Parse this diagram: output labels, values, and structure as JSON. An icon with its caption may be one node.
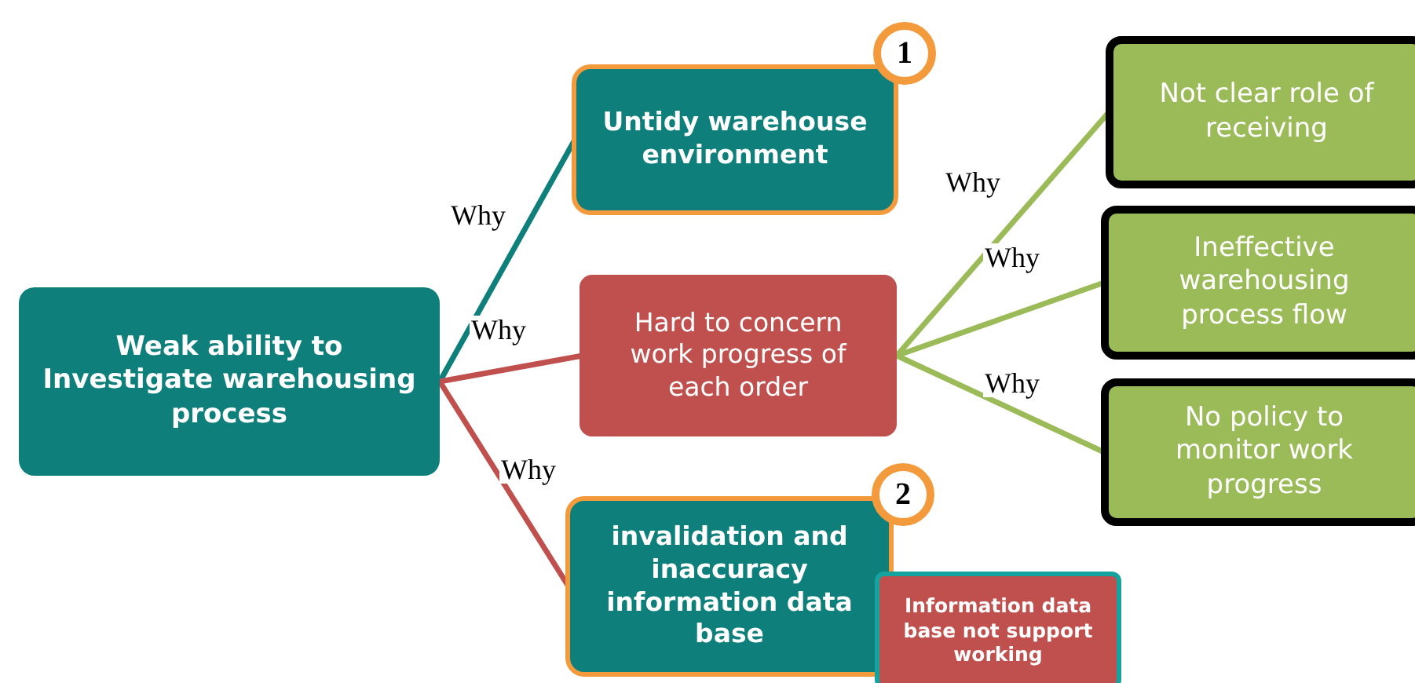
{
  "diagram": {
    "nodes": [
      {
        "text": [
          "Weak  ability to Investigate warehousing process"
        ]
      },
      {
        "text": [
          "Untidy warehouse environment"
        ]
      },
      {
        "text": [
          "1"
        ]
      },
      {
        "text": [
          "Hard to concern work progress of each order"
        ]
      },
      {
        "text": [
          "invalidation and inaccuracy information data base"
        ]
      },
      {
        "text": [
          "2"
        ]
      },
      {
        "text": [
          "Information data base not support working"
        ]
      },
      {
        "text": [
          "Not clear role of receiving"
        ]
      },
      {
        "text": [
          "Ineffective warehousing process flow"
        ]
      },
      {
        "text": [
          "No policy to monitor work progress"
        ]
      }
    ],
    "edges": [
      {
        "from": 0,
        "to": 1,
        "arrow": "none",
        "label": "Why",
        "color": "#0e7f7a"
      },
      {
        "from": 0,
        "to": 3,
        "arrow": "none",
        "label": "Why",
        "color": "#c0504d"
      },
      {
        "from": 0,
        "to": 4,
        "arrow": "none",
        "label": "Why",
        "color": "#c0504d"
      },
      {
        "from": 3,
        "to": 7,
        "arrow": "none",
        "label": "Why"
      },
      {
        "from": 3,
        "to": 8,
        "arrow": "none",
        "label": "Why"
      },
      {
        "from": 3,
        "to": 9,
        "arrow": "none",
        "label": "Why"
      }
    ]
  }
}
